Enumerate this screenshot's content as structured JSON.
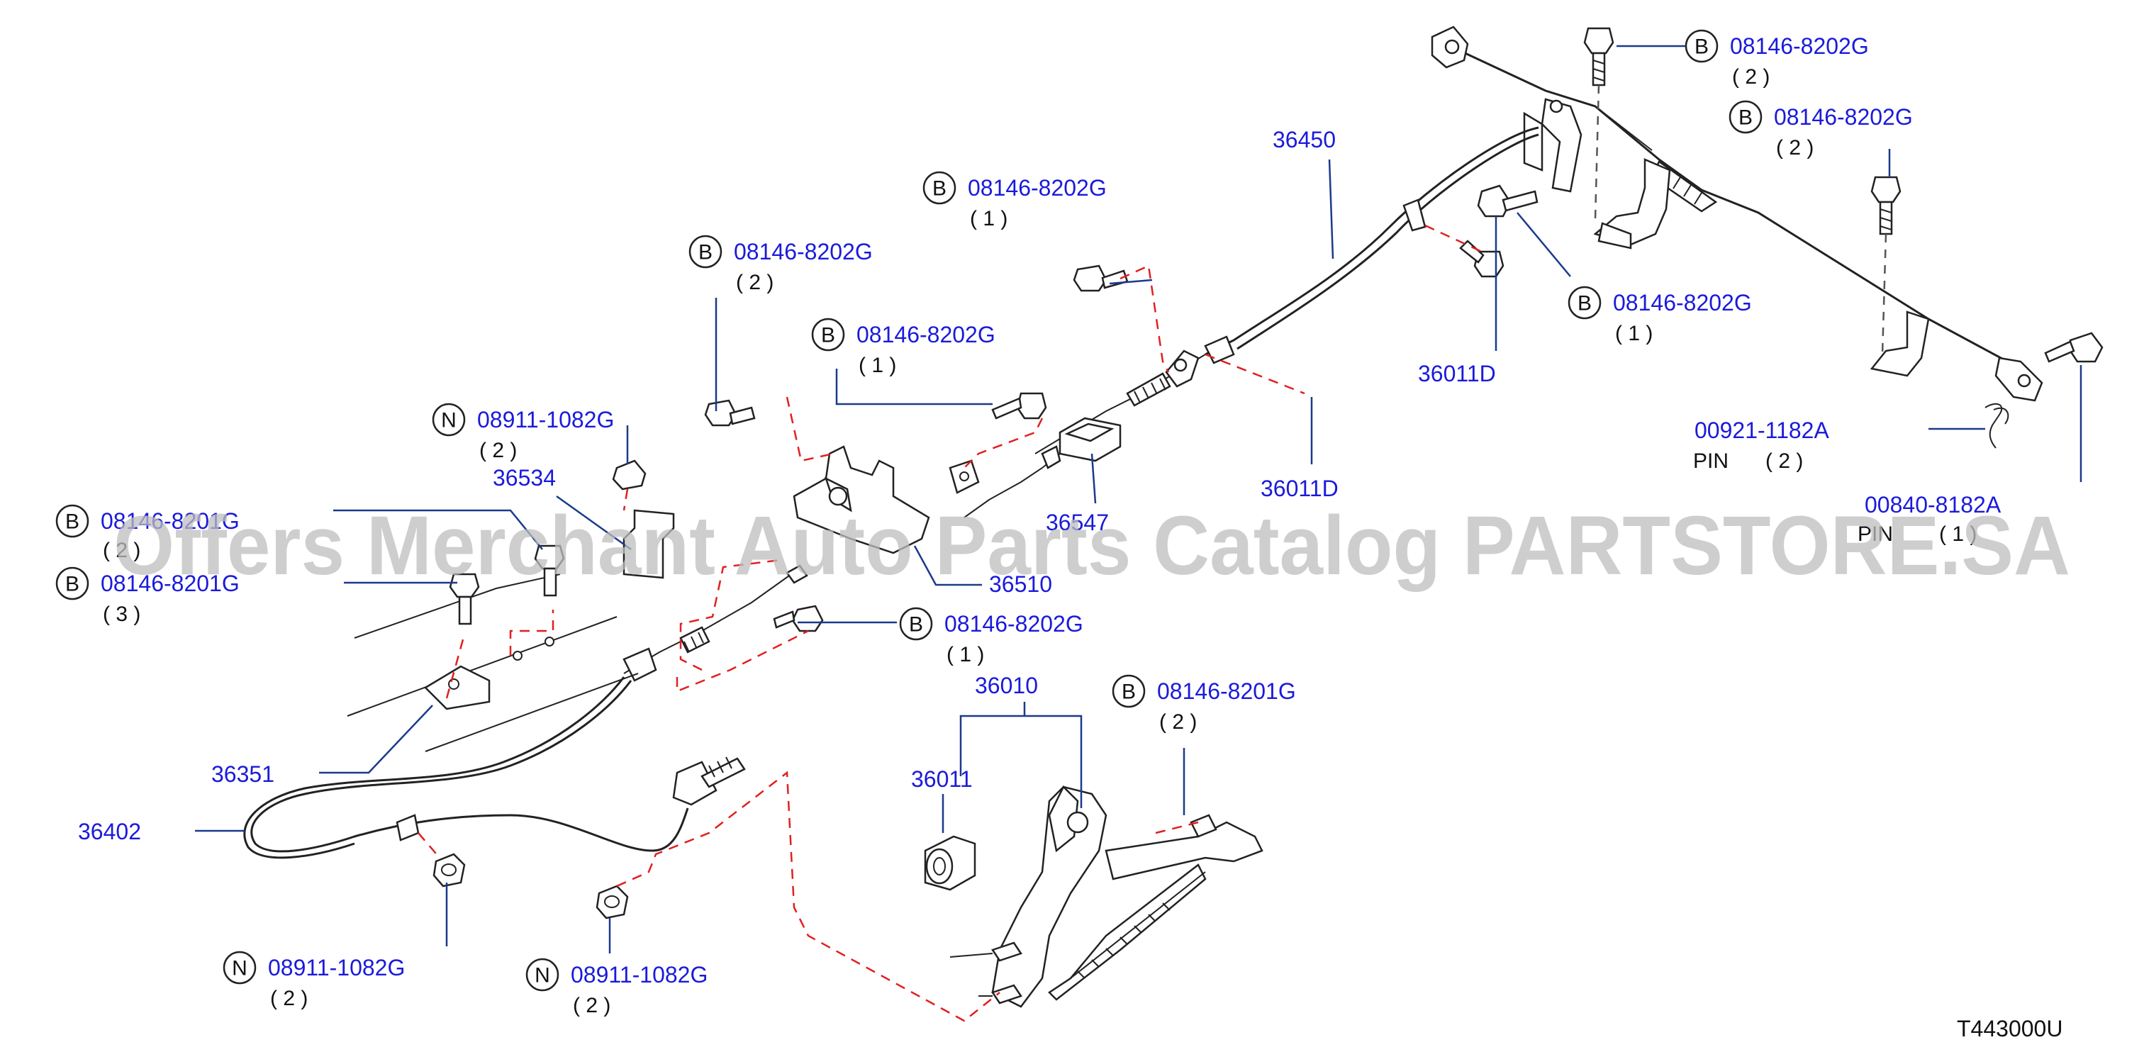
{
  "labels": {
    "p36450": "36450",
    "p36011D_a": "36011D",
    "p36011D_b": "36011D",
    "p36534": "36534",
    "p36547": "36547",
    "p36510": "36510",
    "p36351": "36351",
    "p36402": "36402",
    "p36010": "36010",
    "p36011": "36011",
    "p00921": "00921-1182A",
    "p00840": "00840-8182A"
  },
  "callouts": [
    {
      "letter": "B",
      "part": "08146-8202G",
      "qty": "( 2 )"
    },
    {
      "letter": "B",
      "part": "08146-8202G",
      "qty": "( 2 )"
    },
    {
      "letter": "B",
      "part": "08146-8202G",
      "qty": "( 1 )"
    },
    {
      "letter": "B",
      "part": "08146-8202G",
      "qty": "( 2 )"
    },
    {
      "letter": "B",
      "part": "08146-8202G",
      "qty": "( 1 )"
    },
    {
      "letter": "B",
      "part": "08146-8202G",
      "qty": "( 1 )"
    },
    {
      "letter": "N",
      "part": "08911-1082G",
      "qty": "( 2 )"
    },
    {
      "letter": "B",
      "part": "08146-8201G",
      "qty": "( 2 )"
    },
    {
      "letter": "B",
      "part": "08146-8201G",
      "qty": "( 3 )"
    },
    {
      "letter": "B",
      "part": "08146-8202G",
      "qty": "( 1 )"
    },
    {
      "letter": "B",
      "part": "08146-8201G",
      "qty": "( 2 )"
    },
    {
      "letter": "N",
      "part": "08911-1082G",
      "qty": "( 2 )"
    },
    {
      "letter": "N",
      "part": "08911-1082G",
      "qty": "( 2 )"
    }
  ],
  "pin_a": {
    "word": "PIN",
    "qty": "( 2 )"
  },
  "pin_b": {
    "word": "PIN",
    "qty": "( 1 )"
  },
  "reference_code": "T443000U",
  "watermark": "Offers Merchant Auto Parts Catalog PARTSTORE.SA",
  "colors": {
    "part_number": "#1a1adb",
    "leader": "#1a3a8c",
    "dash": "#e02020",
    "line": "#222222",
    "watermark": "#bdbdbd"
  }
}
